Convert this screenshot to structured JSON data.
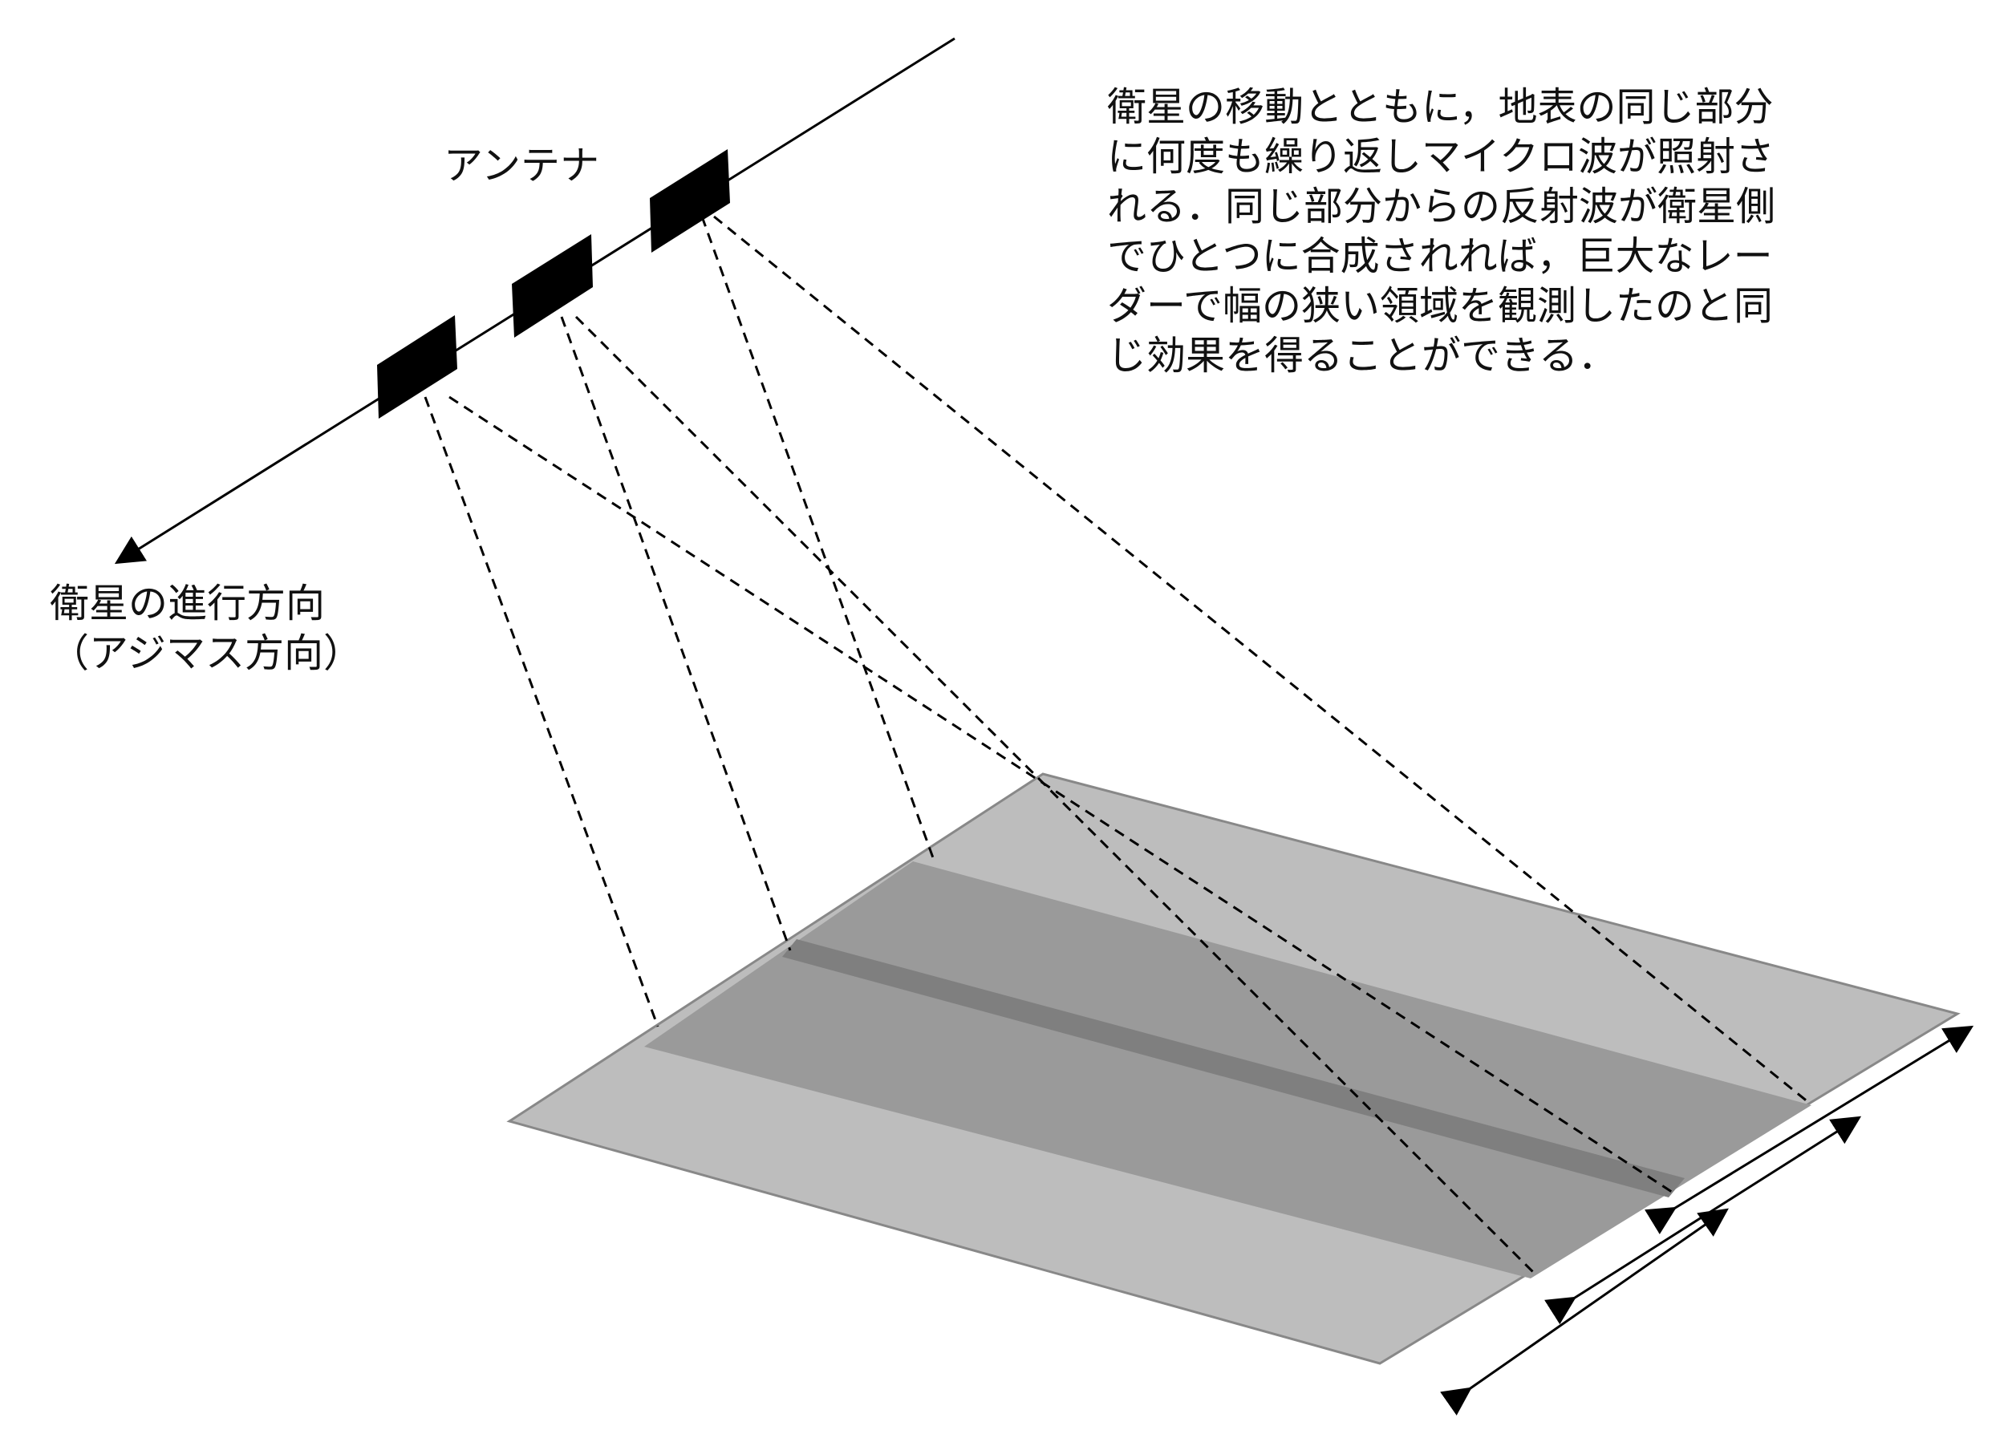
{
  "labels": {
    "antenna": "アンテナ",
    "direction_line1": "衛星の進行方向",
    "direction_line2": "（アジマス方向）"
  },
  "explanation": [
    "衛星の移動とともに，地表の同じ部分",
    "に何度も繰り返しマイクロ波が照射さ",
    "れる．同じ部分からの反射波が衛星側",
    "でひとつに合成されれば，巨大なレー",
    "ダーで幅の狭い領域を観測したのと同",
    "じ効果を得ることができる．"
  ],
  "colors": {
    "ground_outer": "#bdbdbd",
    "illuminated_band": "#9a9a9a",
    "target_strip": "#7f7f7f",
    "line": "#000000",
    "antenna": "#000000"
  }
}
